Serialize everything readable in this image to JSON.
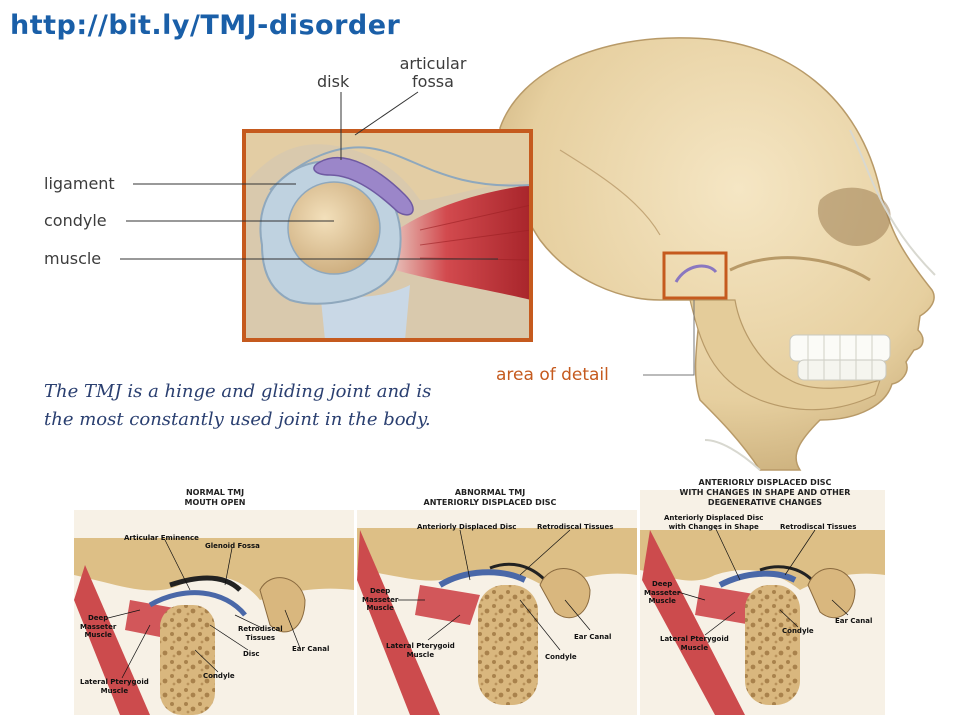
{
  "header": {
    "url": "http://bit.ly/TMJ-disorder"
  },
  "main_diagram": {
    "labels": {
      "disk": "disk",
      "articular_fossa_line1": "articular",
      "articular_fossa_line2": "fossa",
      "ligament": "ligament",
      "condyle": "condyle",
      "muscle": "muscle",
      "area_of_detail": "area of detail"
    },
    "caption_line1": "The TMJ is a hinge and gliding joint and is",
    "caption_line2": "the most constantly used joint in the body.",
    "colors": {
      "accent_orange": "#c55a1e",
      "disk_purple": "#9b86c9",
      "muscle_red": "#c8353a",
      "bone": "#e8d2a6",
      "url_blue": "#1a5fa8"
    }
  },
  "panels": [
    {
      "title_line1": "NORMAL TMJ",
      "title_line2": "MOUTH OPEN",
      "labels": {
        "articular_eminence": "Articular Eminence",
        "glenoid_fossa": "Glenoid Fossa",
        "deep_masseter_1": "Deep",
        "deep_masseter_2": "Masseter",
        "deep_masseter_3": "Muscle",
        "retrodiscal_1": "Retrodiscal",
        "retrodiscal_2": "Tissues",
        "ear_canal": "Ear Canal",
        "disc": "Disc",
        "lateral_pterygoid_1": "Lateral Pterygoid",
        "lateral_pterygoid_2": "Muscle",
        "condyle": "Condyle"
      }
    },
    {
      "title_line1": "ABNORMAL TMJ",
      "title_line2": "ANTERIORLY DISPLACED DISC",
      "labels": {
        "anteriorly_displaced_disc": "Anteriorly Displaced Disc",
        "retrodiscal_tissues": "Retrodiscal Tissues",
        "deep_masseter_1": "Deep",
        "deep_masseter_2": "Masseter",
        "deep_masseter_3": "Muscle",
        "ear_canal": "Ear Canal",
        "lateral_pterygoid_1": "Lateral Pterygoid",
        "lateral_pterygoid_2": "Muscle",
        "condyle": "Condyle"
      }
    },
    {
      "title_line1": "ANTERIORLY DISPLACED DISC",
      "title_line2": "WITH CHANGES IN SHAPE AND OTHER",
      "title_line3": "DEGENERATIVE CHANGES",
      "labels": {
        "displaced_disc_1": "Anteriorly Displaced Disc",
        "displaced_disc_2": "with Changes in Shape",
        "retrodiscal_tissues": "Retrodiscal Tissues",
        "deep_masseter_1": "Deep",
        "deep_masseter_2": "Masseter",
        "deep_masseter_3": "Muscle",
        "ear_canal": "Ear Canal",
        "condyle": "Condyle",
        "lateral_pterygoid_1": "Lateral Pterygoid",
        "lateral_pterygoid_2": "Muscle"
      }
    }
  ]
}
